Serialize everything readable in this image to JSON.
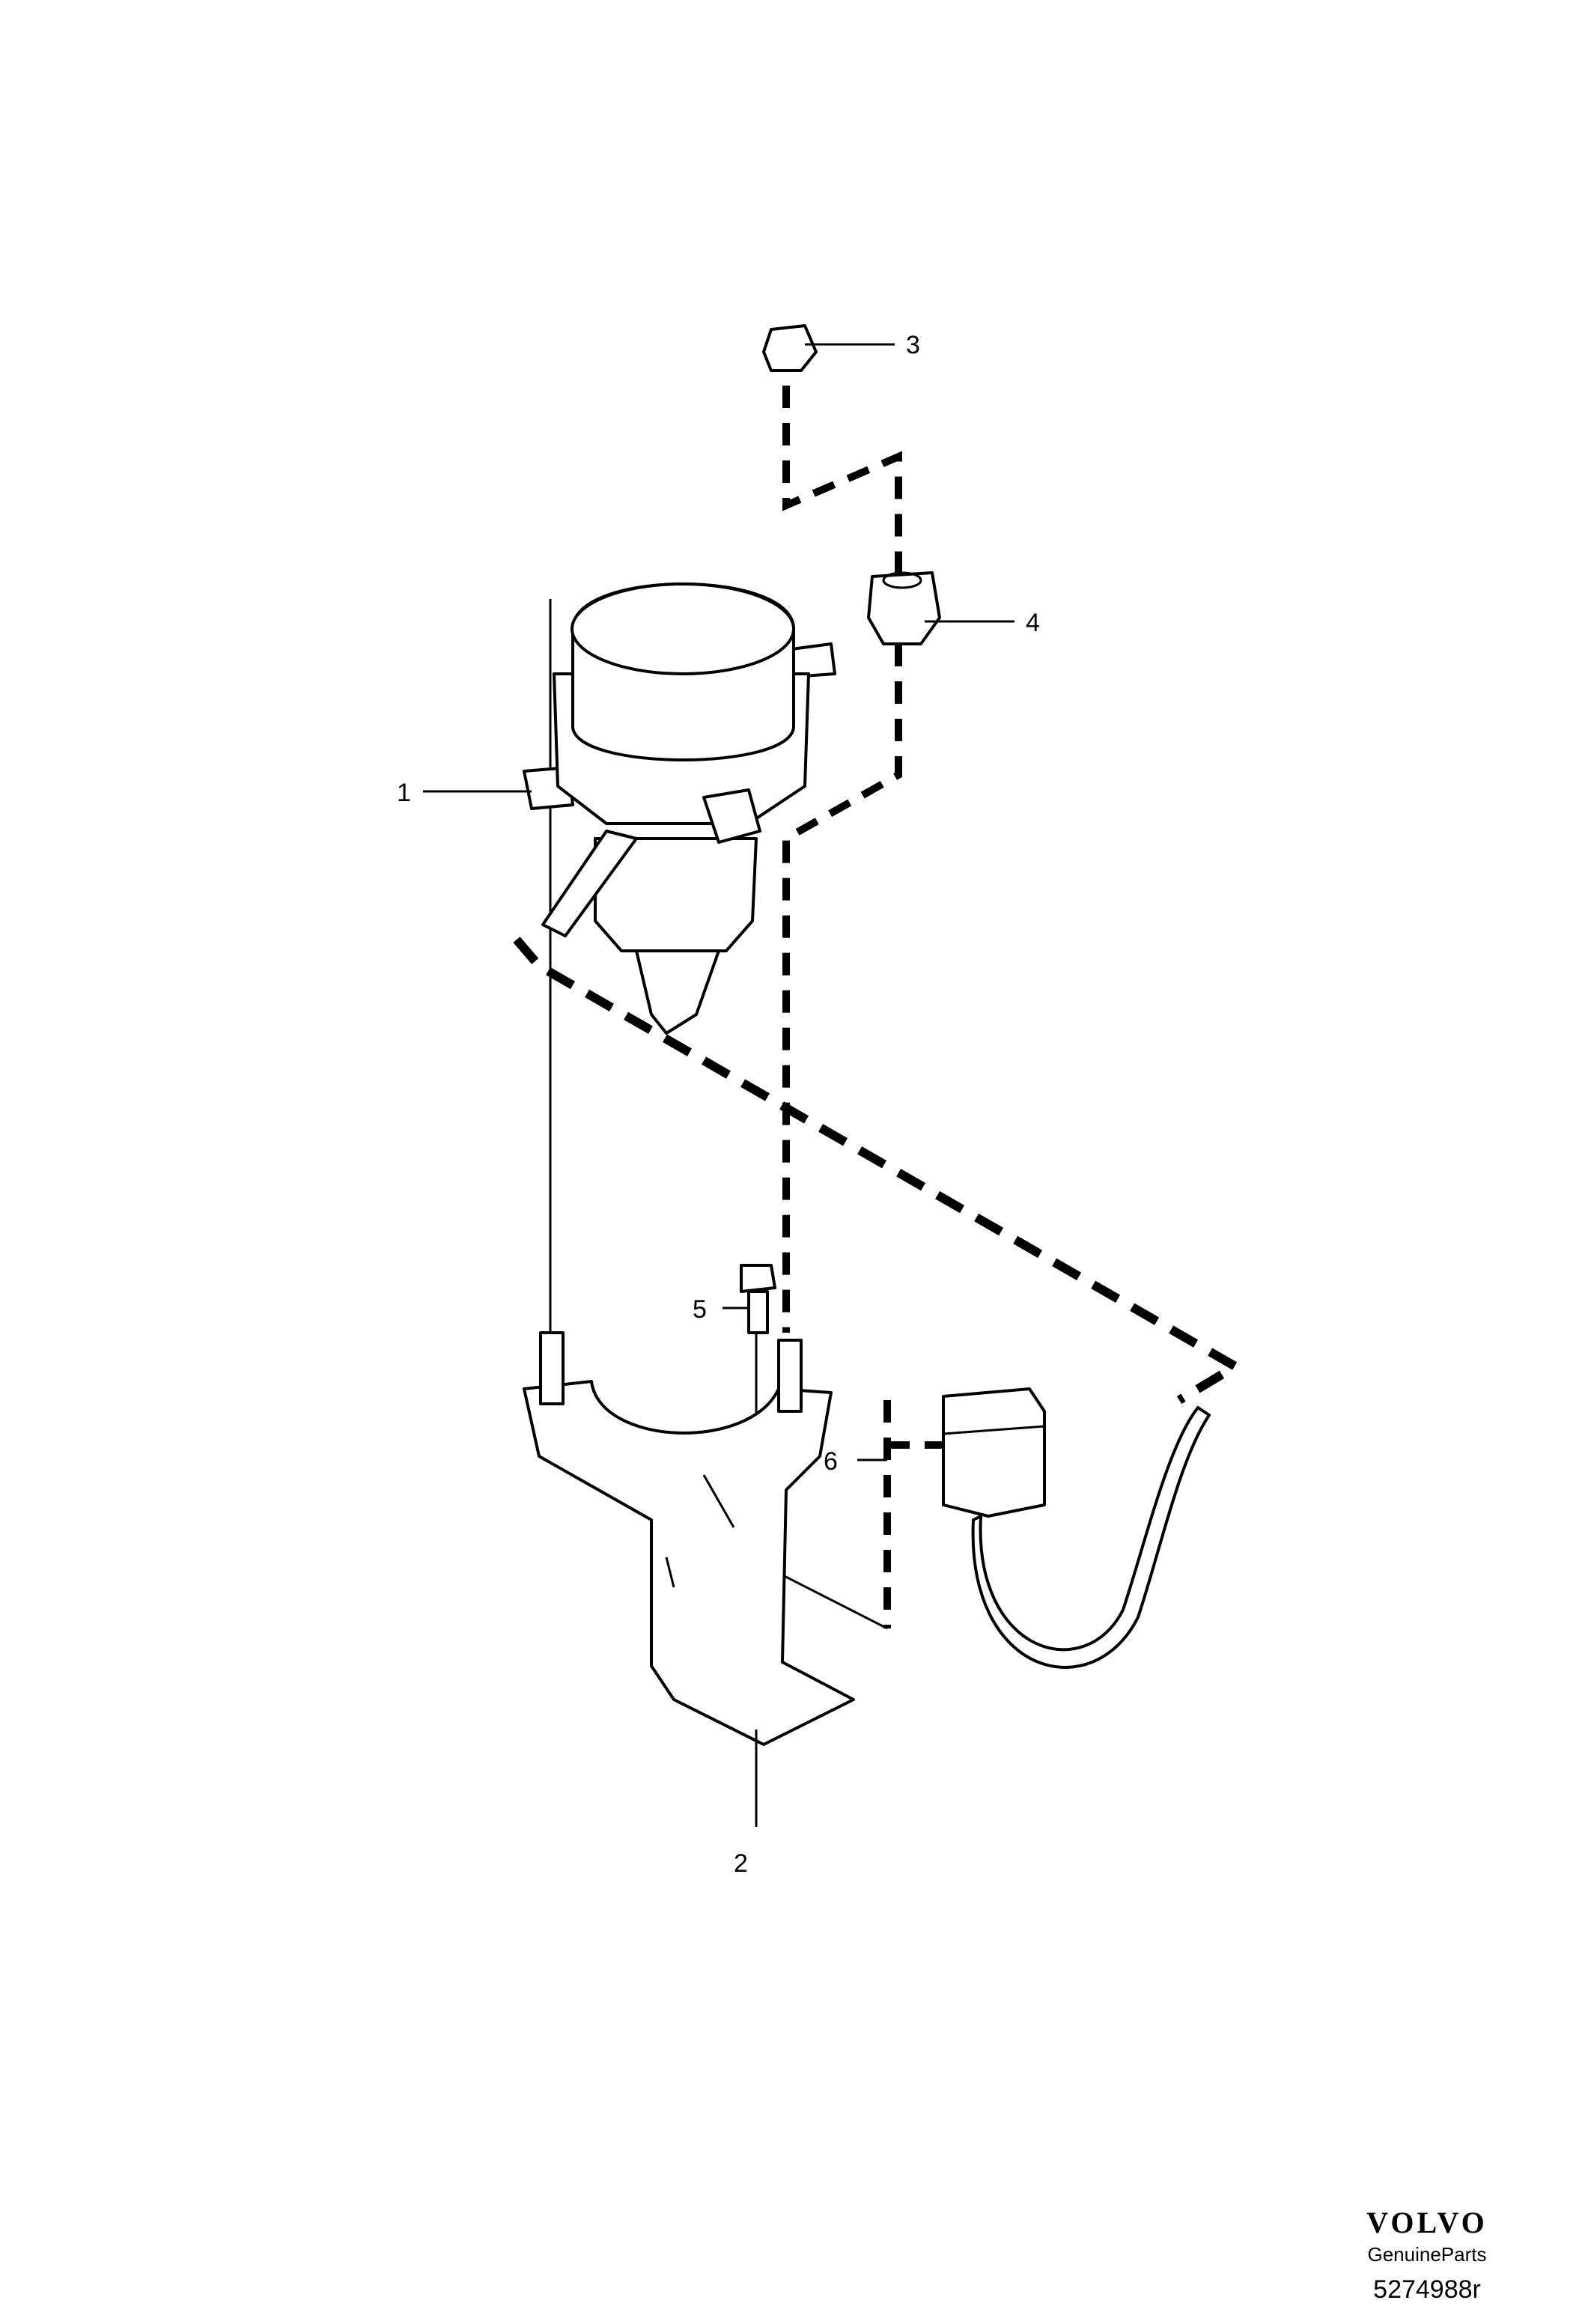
{
  "callouts": [
    {
      "id": "1",
      "label": "1"
    },
    {
      "id": "2",
      "label": "2"
    },
    {
      "id": "3",
      "label": "3"
    },
    {
      "id": "4",
      "label": "4"
    },
    {
      "id": "5",
      "label": "5"
    },
    {
      "id": "6",
      "label": "6"
    }
  ],
  "brand": {
    "logo": "VOLVO",
    "subtitle": "GenuineParts",
    "reference": "5274988r"
  }
}
